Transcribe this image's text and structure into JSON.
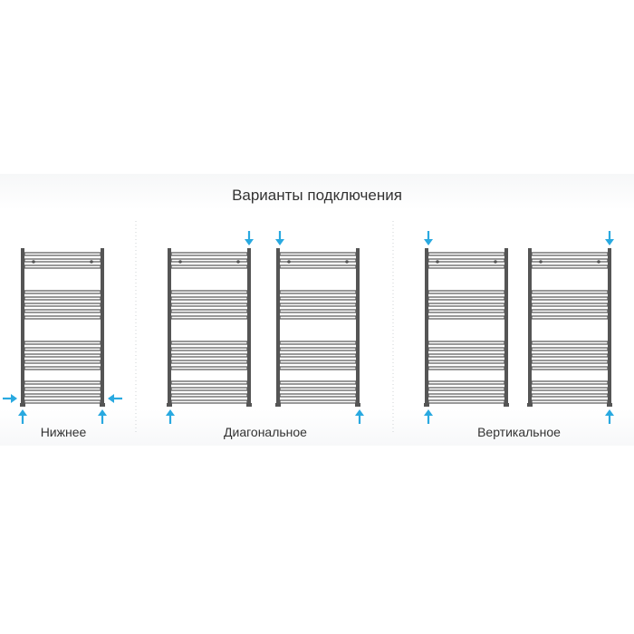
{
  "title": "Варианты подключения",
  "variants": [
    {
      "id": "bottom",
      "label": "Нижнее"
    },
    {
      "id": "diagonal",
      "label": "Диагональное"
    },
    {
      "id": "vertical",
      "label": "Вертикальное"
    }
  ],
  "colors": {
    "frame": "#555555",
    "arrow": "#29a9e0",
    "text": "#333333",
    "divider": "#cfd3d6"
  },
  "icons": [
    "towel-rail",
    "arrow-up-icon",
    "arrow-down-icon",
    "arrow-left-icon",
    "arrow-right-icon"
  ]
}
